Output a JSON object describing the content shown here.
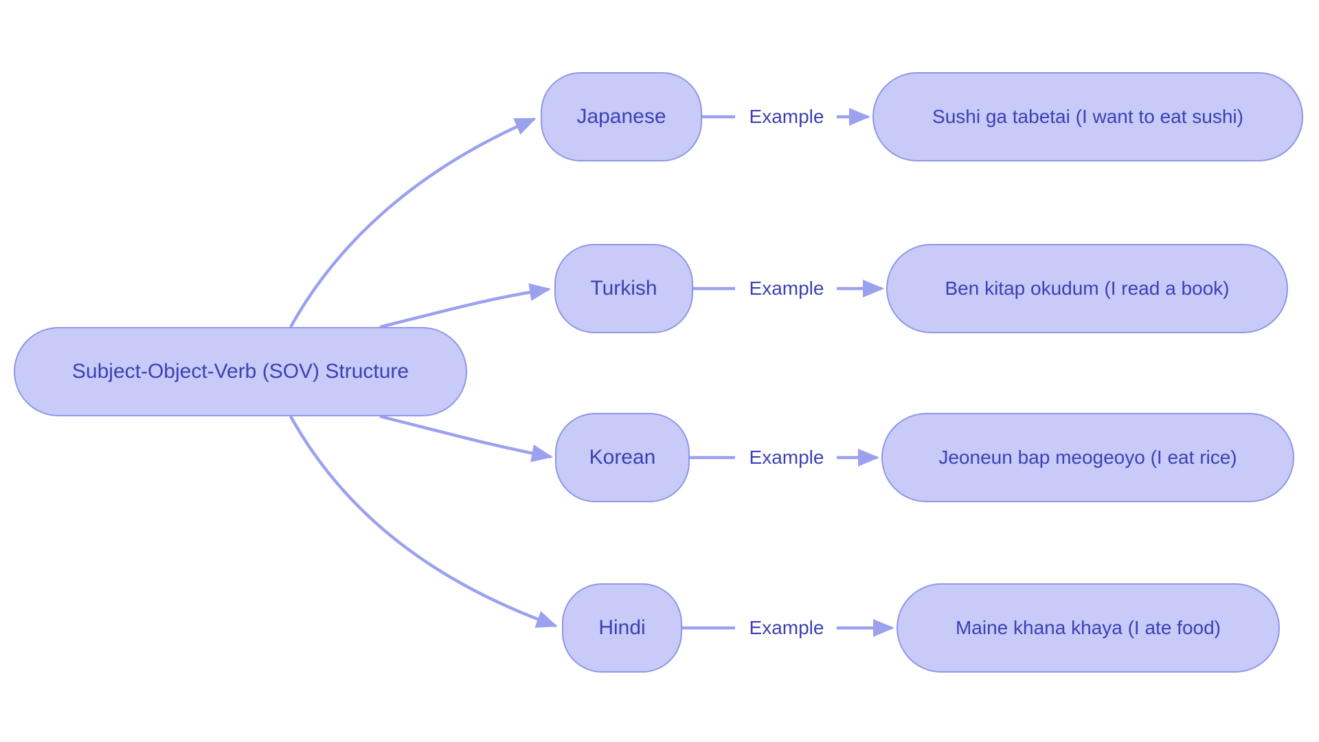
{
  "root": {
    "label": "Subject-Object-Verb (SOV) Structure"
  },
  "branches": [
    {
      "language": "Japanese",
      "edge_label": "Example",
      "example": "Sushi ga tabetai (I want to eat sushi)"
    },
    {
      "language": "Turkish",
      "edge_label": "Example",
      "example": "Ben kitap okudum (I read a book)"
    },
    {
      "language": "Korean",
      "edge_label": "Example",
      "example": "Jeoneun bap meogeoyo (I eat rice)"
    },
    {
      "language": "Hindi",
      "edge_label": "Example",
      "example": "Maine khana khaya (I ate food)"
    }
  ],
  "colors": {
    "node_fill": "#c8caf8",
    "node_border": "#9096e8",
    "edge": "#9ba1ee",
    "text": "#3d40b4",
    "background": "#ffffff"
  }
}
